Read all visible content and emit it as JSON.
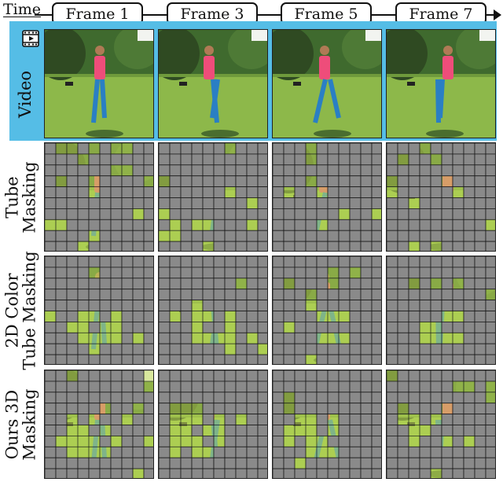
{
  "header": {
    "time_label": "Time",
    "frames": [
      "Frame 1",
      "Frame 3",
      "Frame 5",
      "Frame 7"
    ]
  },
  "rows": [
    {
      "label_lines": [
        "Video"
      ],
      "icon": "film-icon"
    },
    {
      "label_lines": [
        "Tube",
        "Masking"
      ]
    },
    {
      "label_lines": [
        "2D Color",
        "Tube Masking"
      ]
    },
    {
      "label_lines": [
        "Ours 3D",
        "Masking"
      ]
    }
  ],
  "colors": {
    "video_band": "#55bde6",
    "mask_gray": "#8a8a8a",
    "grass": "#8db84a",
    "grass_highlight": "#c6e05a",
    "tree": "#2f4a22",
    "sky": "#f2f4f0",
    "shirt": "#ee4d7a",
    "pants": "#2a7fc4"
  }
}
